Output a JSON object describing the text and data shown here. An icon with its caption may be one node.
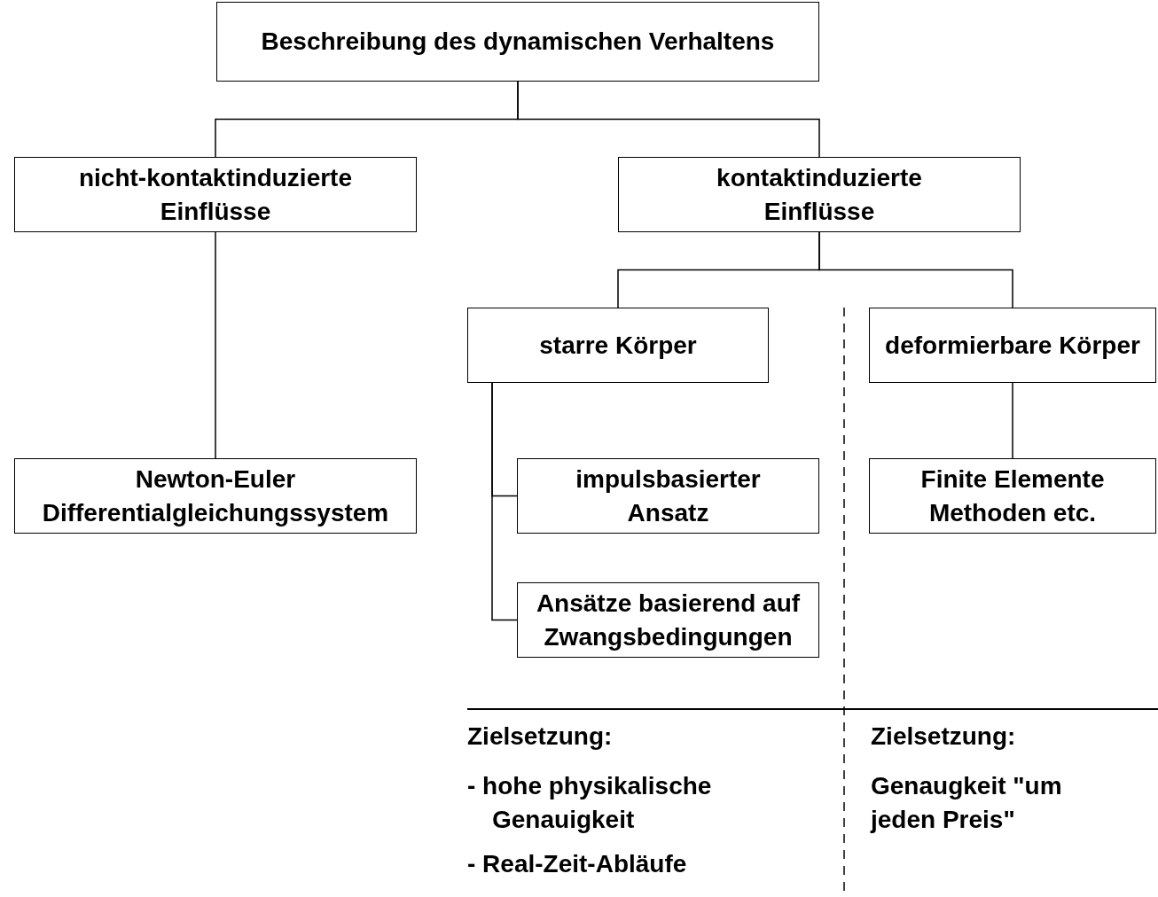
{
  "diagram": {
    "nodes": [
      {
        "text": [
          "Beschreibung des dynamischen Verhaltens"
        ]
      },
      {
        "text": [
          "nicht-kontaktinduzierte Einflüsse"
        ]
      },
      {
        "text": [
          "kontaktinduzierte Einflüsse"
        ]
      },
      {
        "text": [
          "starre Körper"
        ]
      },
      {
        "text": [
          "deformierbare Körper"
        ]
      },
      {
        "text": [
          "Newton-Euler Differentialgleichungssystem"
        ]
      },
      {
        "text": [
          "impulsbasierter Ansatz"
        ]
      },
      {
        "text": [
          "Ansätze basierend auf Zwangsbedingungen"
        ]
      },
      {
        "text": [
          "Finite Elemente Methoden etc."
        ]
      }
    ],
    "edges": [
      {
        "from": 0,
        "to": 1,
        "arrow": "none"
      },
      {
        "from": 0,
        "to": 2,
        "arrow": "none"
      },
      {
        "from": 1,
        "to": 5,
        "arrow": "none"
      },
      {
        "from": 2,
        "to": 3,
        "arrow": "none"
      },
      {
        "from": 2,
        "to": 4,
        "arrow": "none"
      },
      {
        "from": 3,
        "to": 6,
        "arrow": "none"
      },
      {
        "from": 3,
        "to": 7,
        "arrow": "none"
      },
      {
        "from": 4,
        "to": 8,
        "arrow": "none"
      }
    ],
    "labels": [
      "Zielsetzung:",
      "- hohe physikalische Genauigkeit",
      "- Real-Zeit-Abläufe",
      "Zielsetzung:",
      "Genaugkeit \"um jeden Preis\""
    ]
  }
}
